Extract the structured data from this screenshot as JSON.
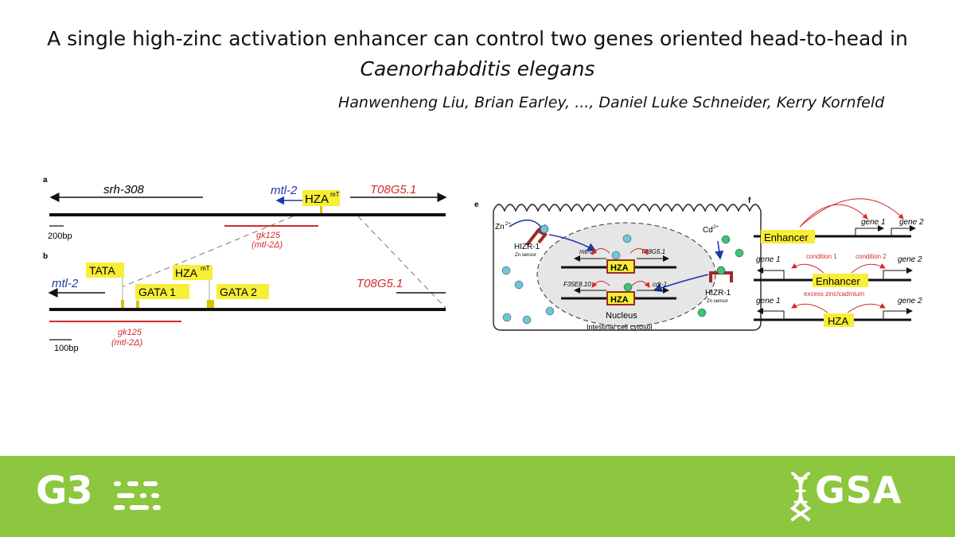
{
  "paper": {
    "title_line1": "A single high-zinc activation enhancer can control two genes oriented head-to-head in",
    "title_line2": "Caenorhabditis elegans",
    "authors": "Hanwenheng Liu, Brian Earley, ..., Daniel Luke Schneider, Kerry Kornfeld"
  },
  "figure": {
    "panel_a": {
      "label": "a",
      "gene_left": "srh-308",
      "gene_mid": "mtl-2",
      "gene_right": "T08G5.1",
      "element": "HZA",
      "element_sup": "mT",
      "scale": "200bp",
      "deletion": "gk125",
      "deletion_sub": "(mtl-2Δ)"
    },
    "panel_b": {
      "label": "b",
      "gene_left": "mtl-2",
      "gene_right": "T08G5.1",
      "tata": "TATA",
      "element": "HZA",
      "element_sup": "mT",
      "gata1": "GATA 1",
      "gata2": "GATA 2",
      "scale": "100bp",
      "deletion": "gk125",
      "deletion_sub": "(mtl-2Δ)"
    },
    "panel_e": {
      "label": "e",
      "zn": "Zn",
      "zn_sup": "2+",
      "cd": "Cd",
      "cd_sup": "2+",
      "sensor_left": "HIZR-1",
      "sensor_left_sub": "Zn sensor",
      "sensor_right": "HIZR-1",
      "sensor_right_sub": "Zn sensor",
      "gene1": "mtl-2",
      "gene2": "T08G5.1",
      "gene3": "F35E8.10",
      "gene4": "cdr-1",
      "element": "HZA",
      "nucleus": "Nucleus",
      "cytosol": "Intestinal cell cytosol"
    },
    "panel_f": {
      "label": "f",
      "row1_enhancer": "Enhancer",
      "row1_gene1": "gene 1",
      "row1_gene2": "gene 2",
      "row2_gene1": "gene 1",
      "row2_gene2": "gene 2",
      "row2_cond1": "condition 1",
      "row2_cond2": "condition 2",
      "row2_enhancer": "Enhancer",
      "row3_gene1": "gene 1",
      "row3_gene2": "gene 2",
      "row3_note": "excess zinc/cadmium",
      "row3_element": "HZA"
    }
  },
  "footer": {
    "journal_logo": "G3",
    "society_logo": "GSA",
    "dna_icon": "dna-icon"
  },
  "colors": {
    "footer_green": "#8dc63f",
    "highlight_yellow": "#f7ee37",
    "red": "#d42a2a",
    "blue": "#1f3aa8",
    "cyan_ion": "#6cc7d6",
    "green_ion": "#3cc47a"
  }
}
